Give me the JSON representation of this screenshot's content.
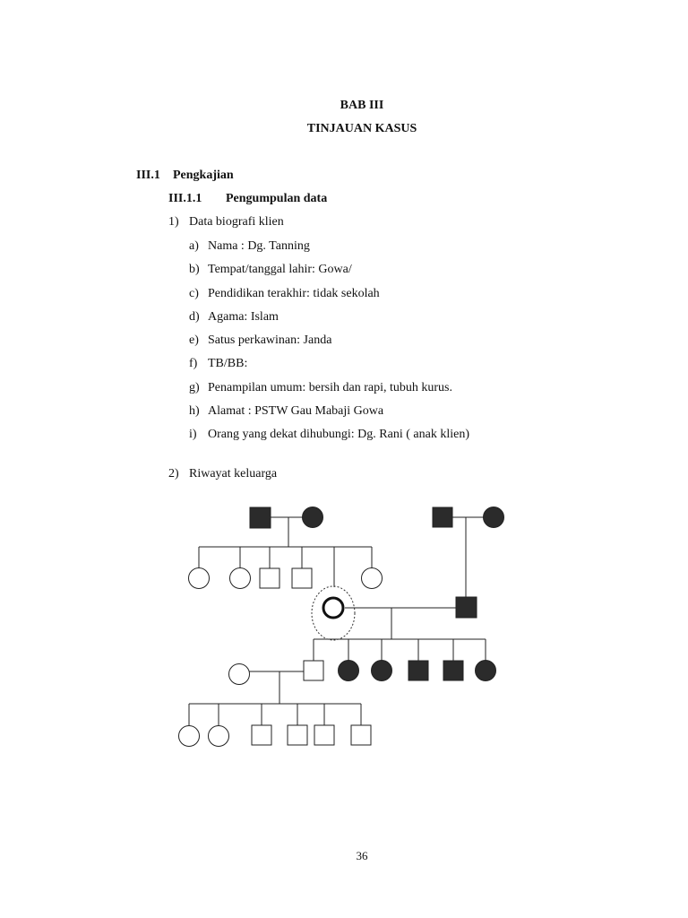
{
  "chapter": "BAB III",
  "chapter_title": "TINJAUAN KASUS",
  "section": {
    "num": "III.1",
    "title": "Pengkajian"
  },
  "subsection": {
    "num": "III.1.1",
    "title": "Pengumpulan data"
  },
  "item1": {
    "num": "1)",
    "title": "Data biografi klien"
  },
  "bio_items": [
    {
      "letter": "a)",
      "text": "Nama   :  Dg. Tanning"
    },
    {
      "letter": "b)",
      "text": "Tempat/tanggal lahir:  Gowa/"
    },
    {
      "letter": "c)",
      "text": "Pendidikan terakhir: tidak sekolah"
    },
    {
      "letter": "d)",
      "text": "Agama: Islam"
    },
    {
      "letter": "e)",
      "text": "Satus perkawinan: Janda"
    },
    {
      "letter": "f)",
      "text": "TB/BB:"
    },
    {
      "letter": "g)",
      "text": "Penampilan umum: bersih dan rapi, tubuh kurus."
    },
    {
      "letter": "h)",
      "text": "Alamat :  PSTW Gau Mabaji Gowa"
    },
    {
      "letter": "i)",
      "text": "Orang yang dekat dihubungi: Dg. Rani ( anak klien)"
    }
  ],
  "item2": {
    "num": "2)",
    "title": "Riwayat keluarga"
  },
  "page_number": "36",
  "colors": {
    "text": "#111111",
    "filled": "#2b2b2b",
    "line": "#222222"
  }
}
